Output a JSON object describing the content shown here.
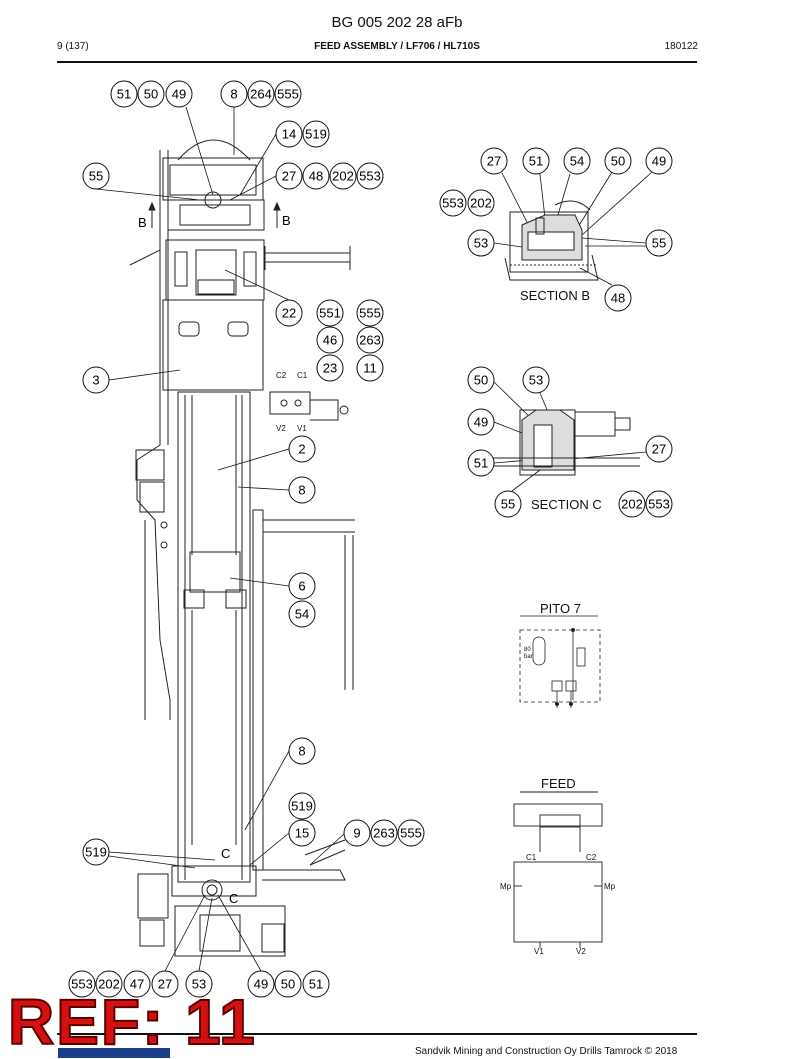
{
  "header": {
    "doc_number": "BG 005 202 28 aFb",
    "page": "9 (137)",
    "title": "FEED ASSEMBLY / LF706 / HL710S",
    "date": "180122"
  },
  "callouts": {
    "c51a": "51",
    "c50a": "50",
    "c49a": "49",
    "c8a": "8",
    "c264": "264",
    "c555a": "555",
    "c14": "14",
    "c519a": "519",
    "c55a": "55",
    "c27a": "27",
    "c48a": "48",
    "c202a": "202",
    "c553a": "553",
    "c22": "22",
    "c551": "551",
    "c555b": "555",
    "c46": "46",
    "c263a": "263",
    "c23": "23",
    "c11": "11",
    "c3": "3",
    "c2": "2",
    "c8b": "8",
    "c6": "6",
    "c54a": "54",
    "c8c": "8",
    "c519b": "519",
    "c15": "15",
    "c9": "9",
    "c263b": "263",
    "c555c": "555",
    "c519c": "519",
    "c553b": "553",
    "c202b": "202",
    "c47": "47",
    "c27b": "27",
    "c53a": "53",
    "c49b": "49",
    "c50b": "50",
    "c51b": "51",
    "sb27": "27",
    "sb51": "51",
    "sb54": "54",
    "sb50": "50",
    "sb49": "49",
    "sb553": "553",
    "sb202": "202",
    "sb53": "53",
    "sb55": "55",
    "sb48": "48",
    "sc50": "50",
    "sc53": "53",
    "sc49": "49",
    "sc27": "27",
    "sc51": "51",
    "sc55": "55",
    "sc202": "202",
    "sc553": "553"
  },
  "labels": {
    "section_b_marker": "B",
    "section_c_marker": "C",
    "section_b": "SECTION B",
    "section_c": "SECTION C",
    "port_c2": "C2",
    "port_c1": "C1",
    "port_v2": "V2",
    "port_v1": "V1",
    "pito_title": "PITO 7",
    "pito_pressure_1": "80",
    "pito_pressure_2": "bar",
    "feed_title": "FEED",
    "feed_c1": "C1",
    "feed_c2": "C2",
    "feed_mp_left": "Mp",
    "feed_mp_right": "Mp",
    "feed_v1": "V1",
    "feed_v2": "V2"
  },
  "watermark": "REF: 11",
  "footer": {
    "copyright": "Sandvik Mining and Construction Oy Drills Tamrock © 2018"
  }
}
